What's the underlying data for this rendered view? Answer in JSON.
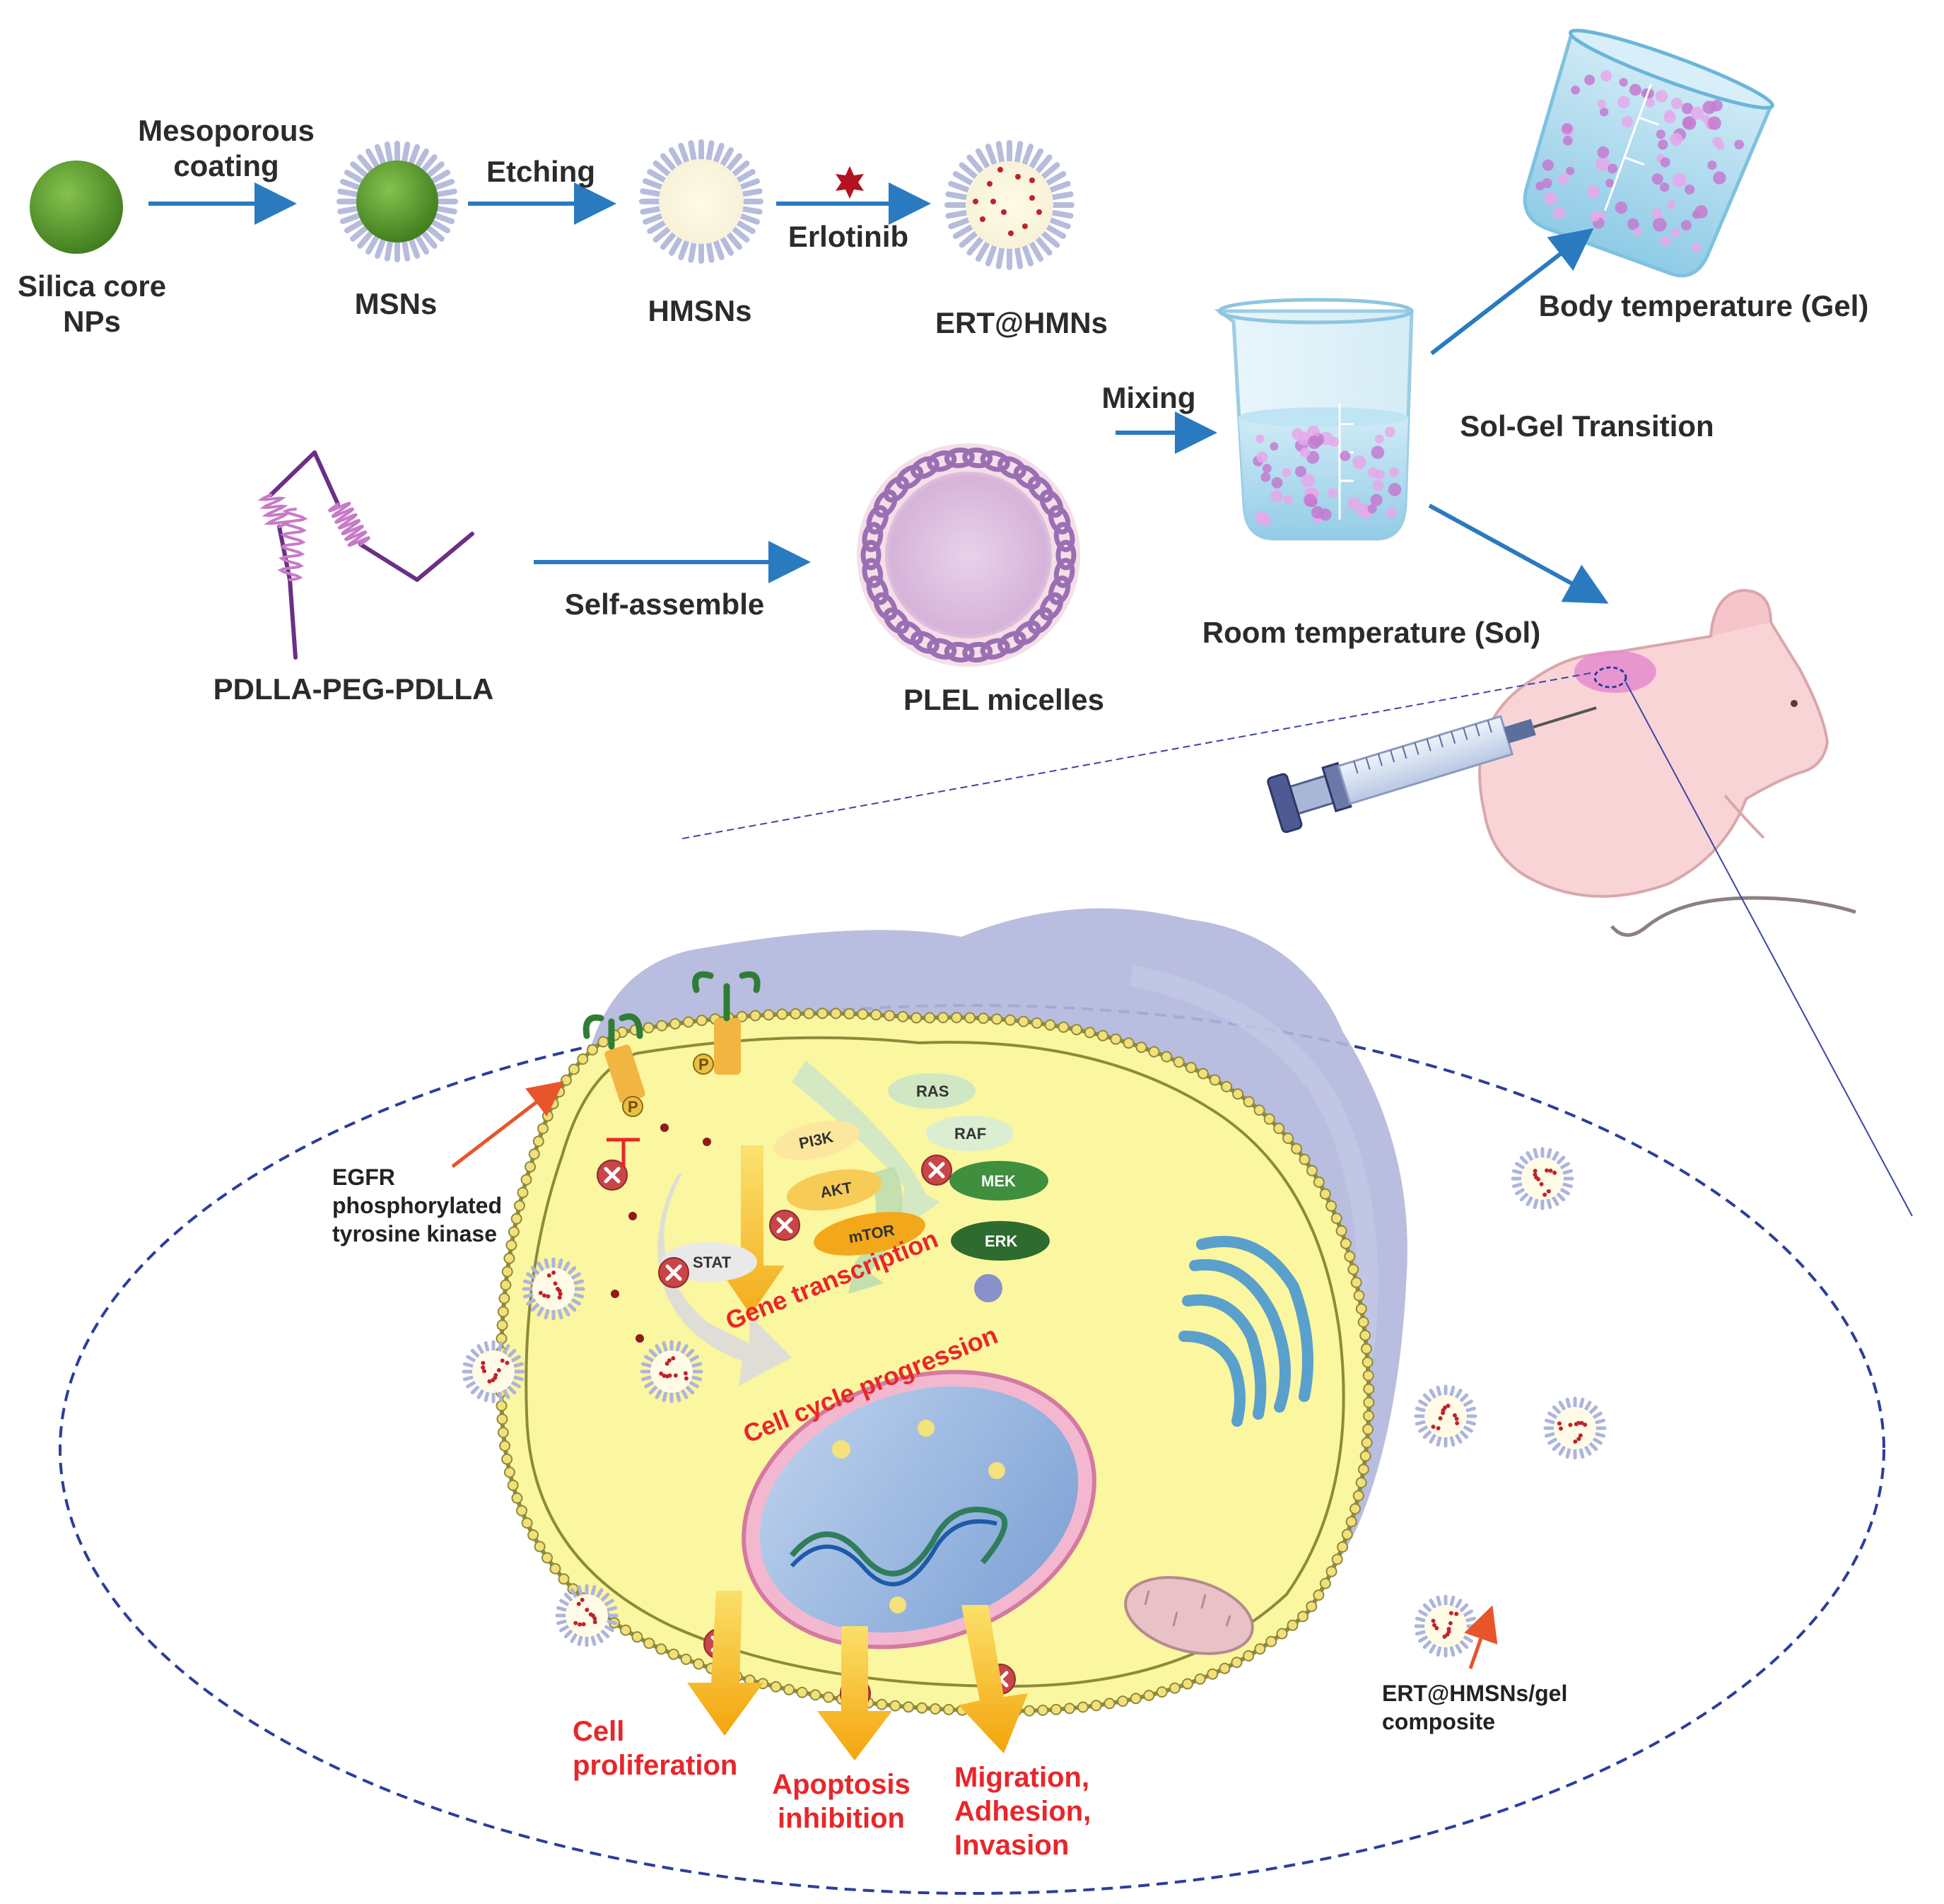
{
  "synthesis": {
    "silica_core": "Silica core\nNPs",
    "msns": "MSNs",
    "hmsns": "HMSNs",
    "ert_hmns": "ERT@HMNs",
    "step_mesoporous": "Mesoporous\ncoating",
    "step_etching": "Etching",
    "step_erlotinib": "Erlotinib"
  },
  "hydrogel": {
    "polymer": "PDLLA-PEG-PDLLA",
    "self_assemble": "Self-assemble",
    "micelles": "PLEL micelles",
    "mixing": "Mixing",
    "sol_gel": "Sol-Gel Transition",
    "body_temp": "Body temperature (Gel)",
    "room_temp": "Room temperature (Sol)"
  },
  "cell": {
    "egfr": "EGFR\nphosphorylated\ntyrosine kinase",
    "composite": "ERT@HMSNs/gel\ncomposite",
    "gene_transcription": "Gene transcription",
    "cell_cycle": "Cell cycle progression",
    "proteins": {
      "pi3k": "PI3K",
      "akt": "AKT",
      "mtor": "mTOR",
      "stat": "STAT",
      "ras": "RAS",
      "raf": "RAF",
      "mek": "MEK",
      "erk": "ERK",
      "p": "P"
    },
    "outcomes": {
      "proliferation": "Cell\nproliferation",
      "apoptosis": "Apoptosis\ninhibition",
      "migration": "Migration,\nAdhesion,\nInvasion"
    }
  },
  "colors": {
    "arrow_blue": "#2a7ac0",
    "inhibit_red": "#e8262a",
    "silica_green": "#5aa02c",
    "cytoplasm_yellow": "#fbf6a0",
    "membrane": "#8d8a3c",
    "micelle_purple": "#9b6fb3",
    "mouse_pink": "#f9d4d7",
    "mek_green": "#3f8f3f",
    "erk_green": "#2e6b2e"
  }
}
